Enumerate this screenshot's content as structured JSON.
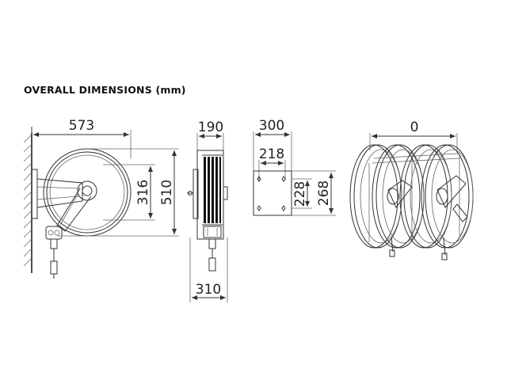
{
  "title": "OVERALL DIMENSIONS (mm)",
  "dimensions": {
    "side_width": "573",
    "side_inner_height": "316",
    "side_outer_height": "510",
    "front_top_width": "190",
    "front_bottom_width": "310",
    "plate_outer_width": "300",
    "plate_inner_width": "218",
    "plate_inner_height": "228",
    "plate_outer_height": "268",
    "double_spacing": "0"
  }
}
